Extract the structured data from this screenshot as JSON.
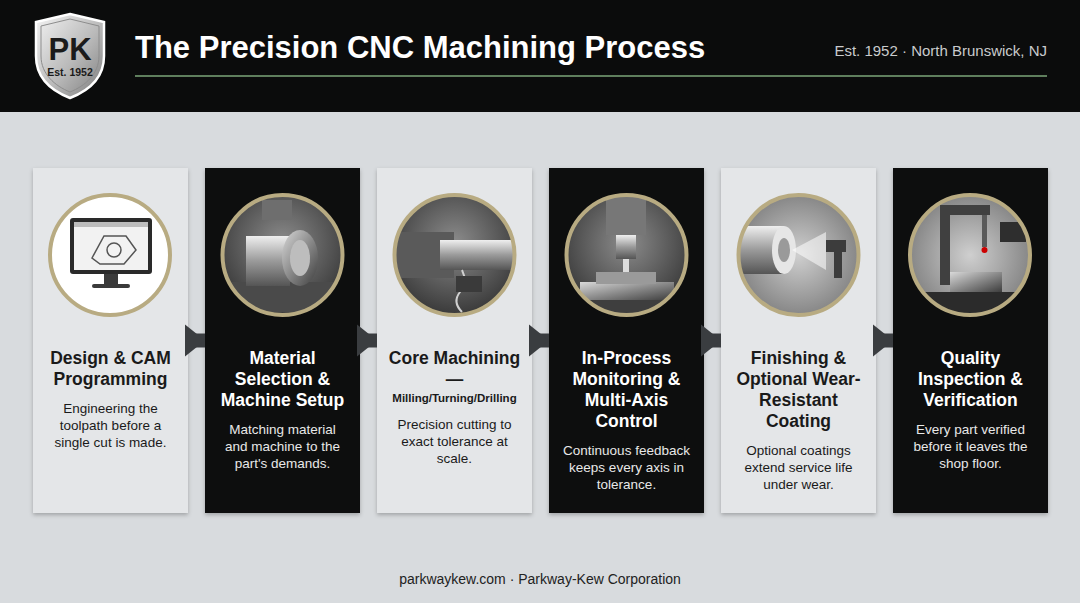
{
  "diagram": {
    "title": "The Precision CNC Machining Process",
    "nodes": [
      {
        "text": [
          "PK",
          "Est. 1952"
        ]
      },
      {
        "text": [
          "Design & CAM Programming",
          "Engineering the toolpath before a single cut is made."
        ]
      },
      {
        "text": [
          "Material Selection & Machine Setup",
          "Matching material and machine to the part's demands."
        ]
      },
      {
        "text": [
          "Core Machining —",
          "Milling/Turning/Drilling",
          "Precision cutting to exact tolerance at scale."
        ]
      },
      {
        "text": [
          "In-Process Monitoring & Multi-Axis Control",
          "Continuous feedback keeps every axis in tolerance."
        ]
      },
      {
        "text": [
          "Finishing & Optional Wear-Resistant Coating",
          "Optional coatings extend service life under wear."
        ]
      },
      {
        "text": [
          "Quality Inspection & Verification",
          "Every part verified before it leaves the shop floor."
        ]
      }
    ],
    "edges": [
      {
        "from": 1,
        "to": 2,
        "arrow": "to"
      },
      {
        "from": 2,
        "to": 3,
        "arrow": "to"
      },
      {
        "from": 3,
        "to": 4,
        "arrow": "to"
      },
      {
        "from": 4,
        "to": 5,
        "arrow": "to"
      },
      {
        "from": 5,
        "to": 6,
        "arrow": "to"
      }
    ],
    "labels": [
      "Est. 1952 · North Brunswick, NJ",
      "parkwaykew.com · Parkway-Kew Corporation"
    ]
  }
}
